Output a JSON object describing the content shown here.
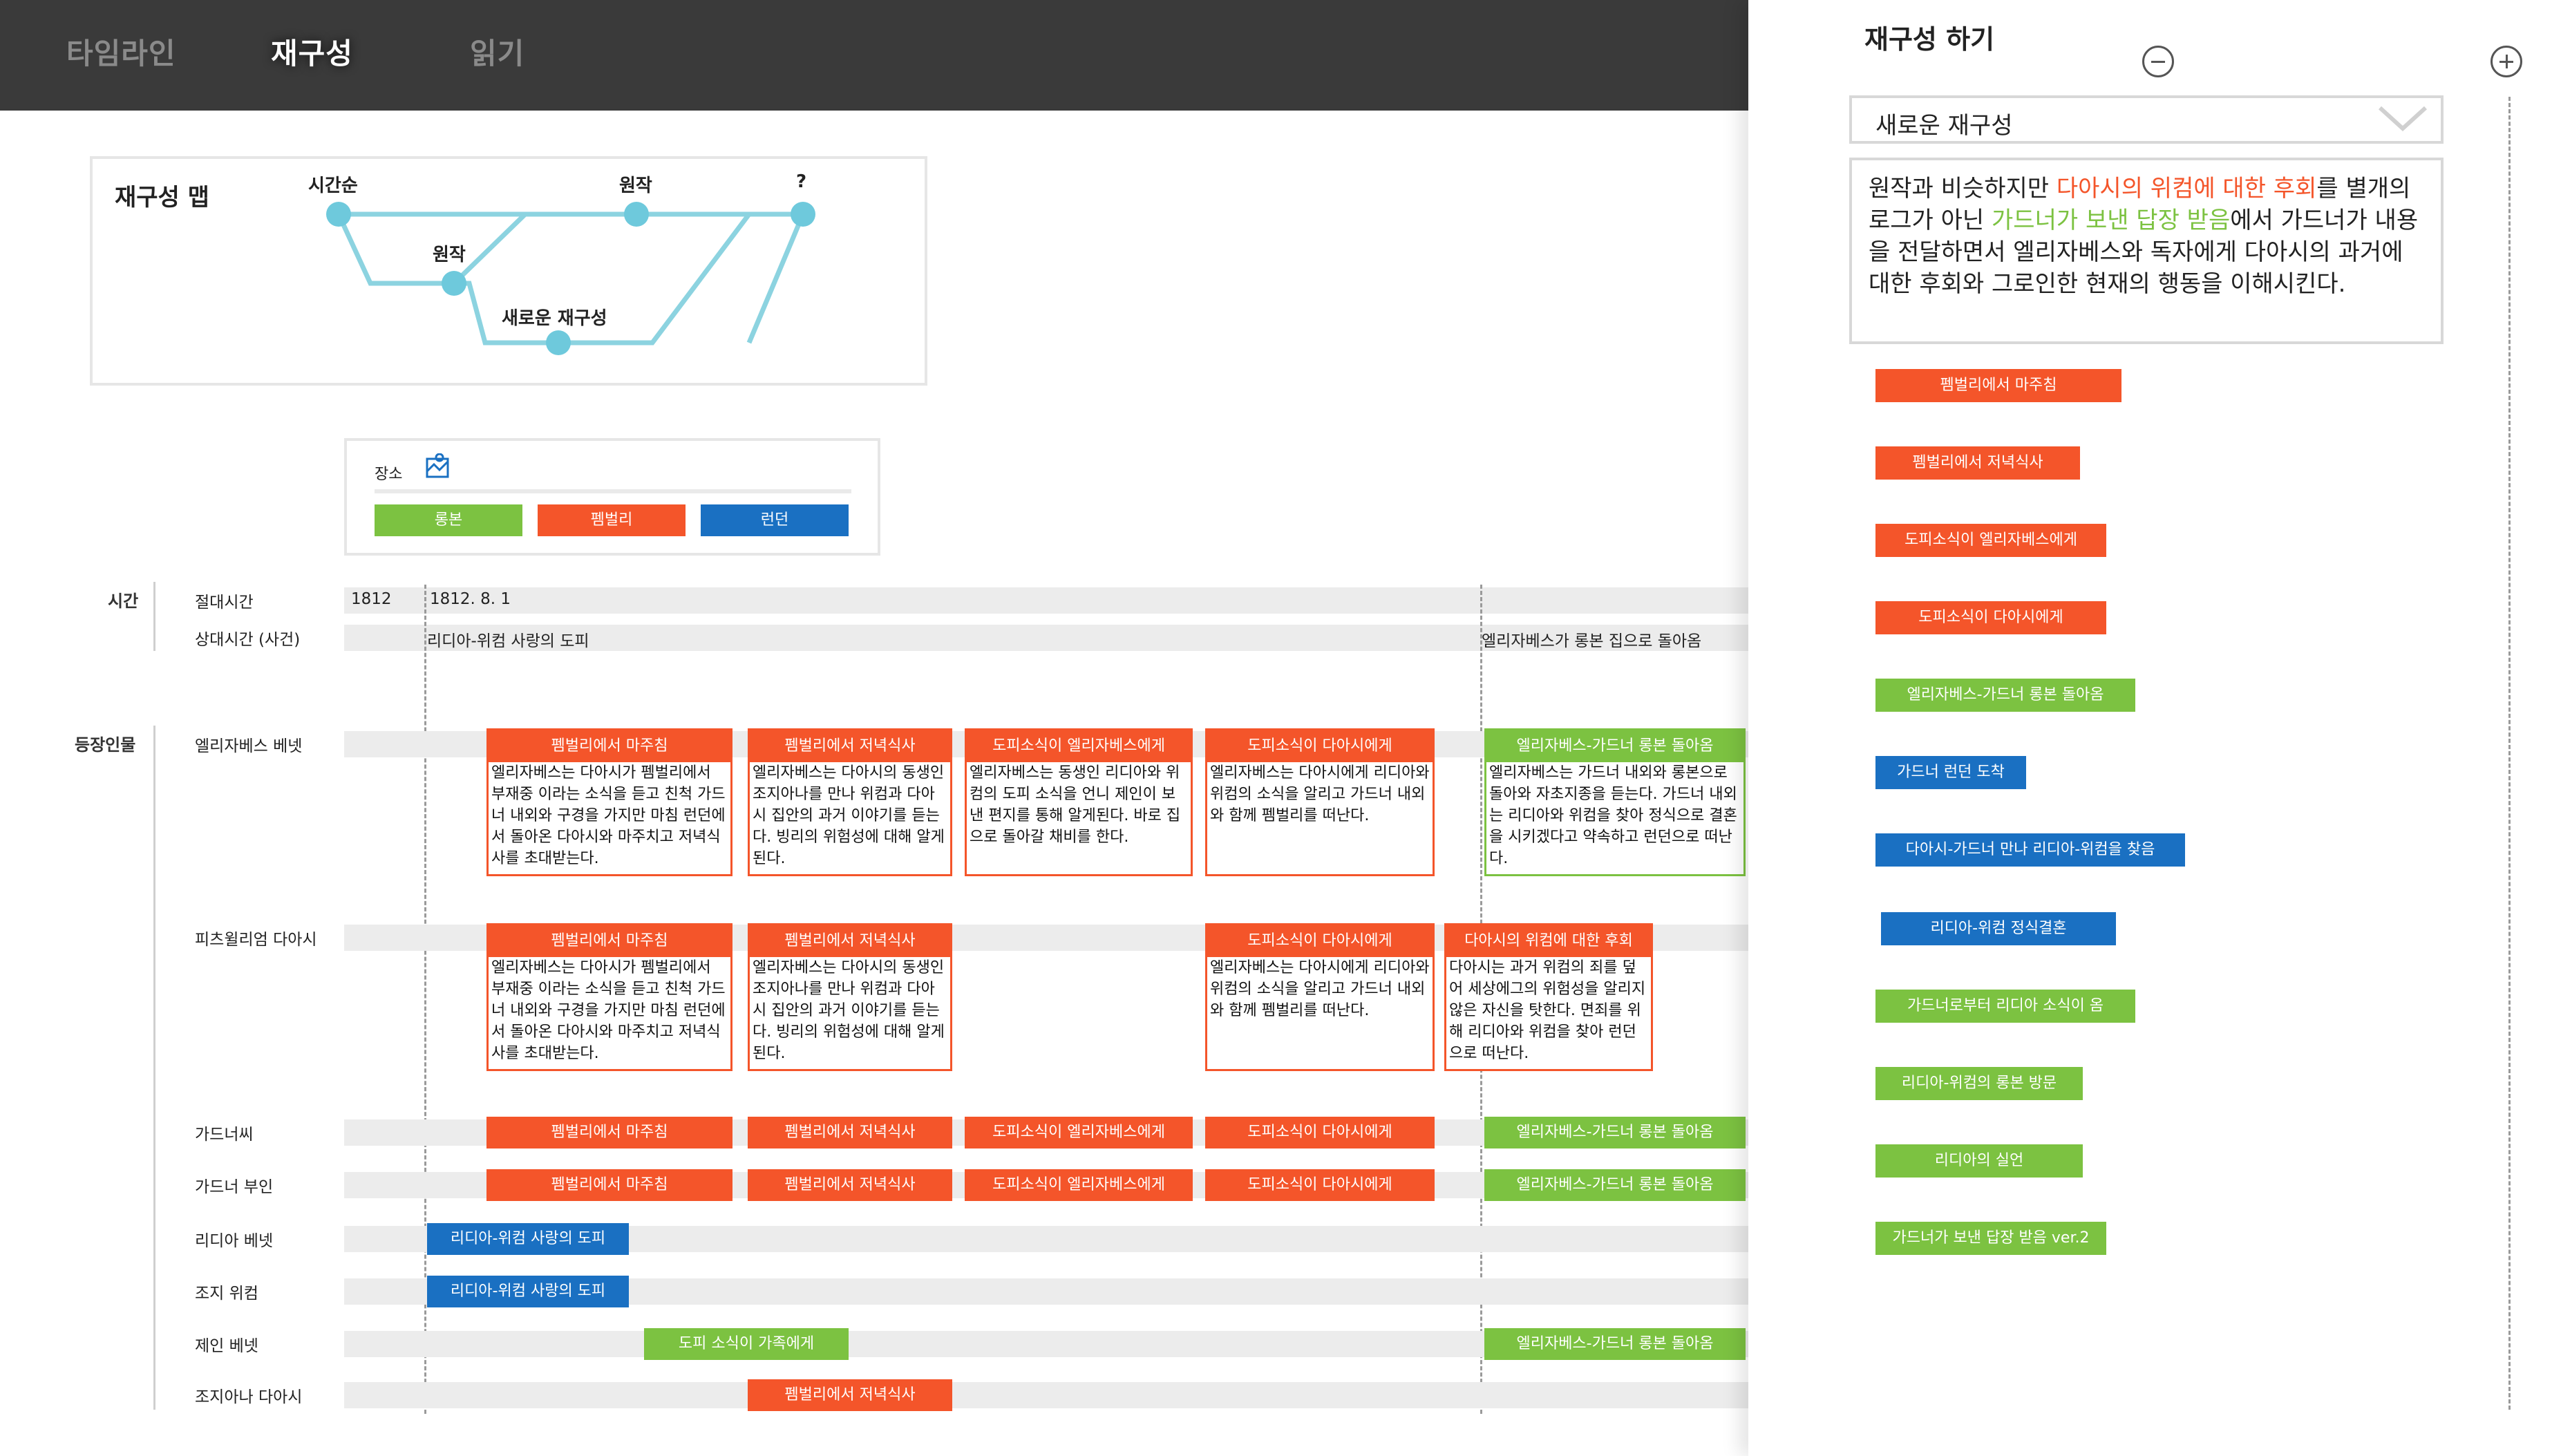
{
  "tabs": [
    "타임라인",
    "재구성",
    "읽기"
  ],
  "active_tab": "재구성",
  "colors": {
    "orange": "#f4552a",
    "green": "#7cc241",
    "blue": "#1a70c2",
    "topbar": "#3a3a3a"
  },
  "map": {
    "title": "재구성 맵",
    "labels": {
      "chronological": "시간순",
      "original_top": "원작",
      "unknown": "?",
      "original_mid": "원작",
      "new": "새로운 재구성"
    }
  },
  "places": {
    "label": "장소",
    "icon": "map-icon",
    "items": [
      {
        "label": "롱본",
        "color": "green"
      },
      {
        "label": "펨벌리",
        "color": "orange"
      },
      {
        "label": "런던",
        "color": "blue"
      }
    ]
  },
  "timeline": {
    "time_section": "시간",
    "abs_label": "절대시간",
    "rel_label": "상대시간 (사건)",
    "abs_ticks": [
      "1812",
      "1812. 8. 1"
    ],
    "rel_events": [
      "리디아-위컴 사랑의 도피",
      "엘리자베스가 롱본 집으로 돌아옴"
    ],
    "char_section": "등장인물"
  },
  "cards": {
    "pemberley_meet": {
      "title": "펨벌리에서 마주침",
      "body": "엘리자베스는 다아시가 펨벌리에서 부재중 이라는 소식을 듣고 친척 가드너 내외와 구경을 가지만 마침 런던에서 돌아온 다아시와 마주치고 저녁식사를 초대받는다."
    },
    "pemberley_dinner": {
      "title": "펨벌리에서 저녁식사",
      "body": "엘리자베스는 다아시의 동생인 조지아나를 만나 위컴과 다아시 집안의 과거 이야기를 듣는다. 빙리의 위험성에 대해 알게된다."
    },
    "news_eliz": {
      "title": "도피소식이 엘리자베스에게",
      "body": "엘리자베스는 동생인 리디아와 위컴의 도피 소식을 언니 제인이 보낸 편지를 통해 알게된다. 바로 집으로 돌아갈 채비를 한다."
    },
    "news_darcy": {
      "title": "도피소식이 다아시에게",
      "body": "엘리자베스는 다아시에게 리디아와 위컴의 소식을 알리고 가드너 내외와 함께 펨벌리를 떠난다."
    },
    "eliz_gardiner_home": {
      "title": "엘리자베스-가드너 롱본 돌아옴",
      "body": "엘리자베스는 가드너 내외와 롱본으로 돌아와 자초지종을 듣는다. 가드너 내외는 리디아와 위컴을 찾아 정식으로 결혼을 시키겠다고 약속하고 런던으로 떠난다."
    },
    "darcy_regret": {
      "title": "다아시의 위컴에 대한 후회",
      "body": "다아시는 과거 위컴의 죄를 덮어 세상에그의 위험성을 알리지 않은 자신을 탓한다. 면죄를 위해 리디아와 위컴을 찾아 런던으로 떠난다."
    }
  },
  "characters": {
    "elizabeth": "엘리자베스 베넷",
    "darcy": "피츠윌리엄 다아시",
    "mr_gardiner": "가드너씨",
    "mrs_gardiner": "가드너 부인",
    "lydia": "리디아 베넷",
    "wickham": "조지 위컴",
    "jane": "제인 베넷",
    "georgiana": "조지아나 다아시"
  },
  "events": {
    "lydia_elope": "리디아-위컴 사랑의 도피",
    "jane_news": "도피 소식이 가족에게"
  },
  "panel": {
    "title": "재구성 하기",
    "select_value": "새로운 재구성",
    "description": {
      "p1": "원작과 비슷하지만 ",
      "h1": "다아시의 위컴에 대한 후회",
      "p2": "를 별개의 로그가 아닌 ",
      "h2": "가드너가 보낸 답장 받음",
      "p3": "에서 가드너가 내용을 전달하면서 엘리자베스와 독자에게 다아시의 과거에 대한 후회와 그로인한 현재의 행동을 이해시킨다."
    },
    "items": [
      {
        "label": "펨벌리에서 마주침",
        "color": "orange"
      },
      {
        "label": "펨벌리에서 저녁식사",
        "color": "orange"
      },
      {
        "label": "도피소식이 엘리자베스에게",
        "color": "orange"
      },
      {
        "label": "도피소식이 다아시에게",
        "color": "orange"
      },
      {
        "label": "엘리자베스-가드너 롱본 돌아옴",
        "color": "green"
      },
      {
        "label": "가드너 런던 도착",
        "color": "blue"
      },
      {
        "label": "다아시-가드너 만나 리디아-위컴을 찾음",
        "color": "blue"
      },
      {
        "label": "리디아-위컴 정식결혼",
        "color": "blue"
      },
      {
        "label": "가드너로부터 리디아 소식이 옴",
        "color": "green"
      },
      {
        "label": "리디아-위컴의 롱본 방문",
        "color": "green"
      },
      {
        "label": "리디아의 실언",
        "color": "green"
      },
      {
        "label": "가드너가 보낸 답장 받음 ver.2",
        "color": "green"
      }
    ]
  }
}
